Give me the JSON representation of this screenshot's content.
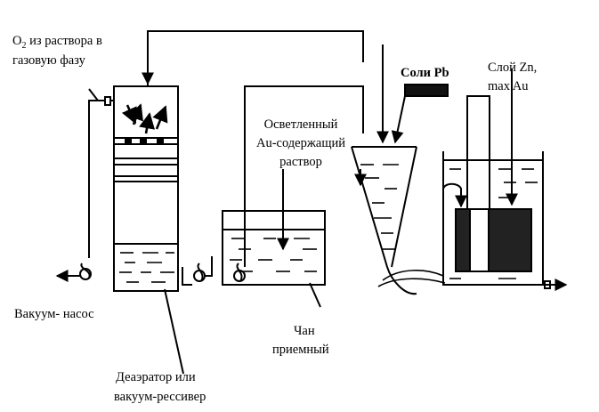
{
  "labels": {
    "o2_line1_prefix": "O",
    "o2_line1_sub": "2",
    "o2_line1_rest": " из раствора в",
    "o2_line2": "газовую фазу",
    "vacuum_pump": "Вакуум-  насос",
    "deaerator_line1": "Деаэратор или",
    "deaerator_line2": "вакуум-рессивер",
    "clarified_line1": "Осветленный",
    "clarified_line2": "Au-содержащий",
    "clarified_line3": "раствор",
    "tank_line1": "Чан",
    "tank_line2": "приемный",
    "pb_salts": "Соли Pb",
    "zn_line1": "Слой Zn,",
    "zn_line2": "max   Au"
  },
  "icons": {
    "deaerator": "deaerator-column-icon",
    "pump": "pump-icon",
    "tank": "receiving-tank-icon",
    "mixer": "conical-mixer-icon",
    "zinc_vessel": "zinc-precipitation-vessel-icon",
    "pb_dose": "lead-salt-dose-icon"
  },
  "colors": {
    "line": "#000000",
    "background": "#ffffff"
  }
}
